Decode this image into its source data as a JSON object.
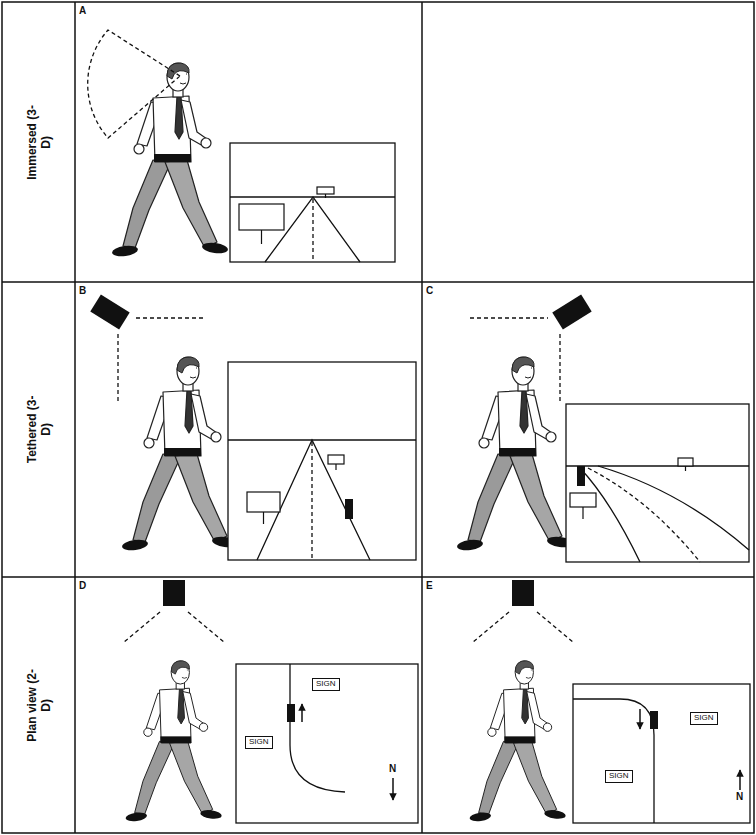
{
  "diagram": {
    "nodes": [
      {
        "text": [
          "Immersed (3-D)"
        ]
      },
      {
        "text": [
          "A"
        ]
      },
      {
        "text": [
          "Tethered (3-D)"
        ]
      },
      {
        "text": [
          "B"
        ]
      },
      {
        "text": [
          "C"
        ]
      },
      {
        "text": [
          "Plan view (2-D)"
        ]
      },
      {
        "text": [
          "D"
        ]
      },
      {
        "text": [
          "SIGN"
        ],
        "in": 6
      },
      {
        "text": [
          "SIGN"
        ],
        "in": 6
      },
      {
        "text": [
          "E"
        ]
      },
      {
        "text": [
          "SIGN"
        ],
        "in": 9
      },
      {
        "text": [
          "SIGN"
        ],
        "in": 9
      }
    ],
    "labels": [
      "N",
      "N"
    ]
  }
}
